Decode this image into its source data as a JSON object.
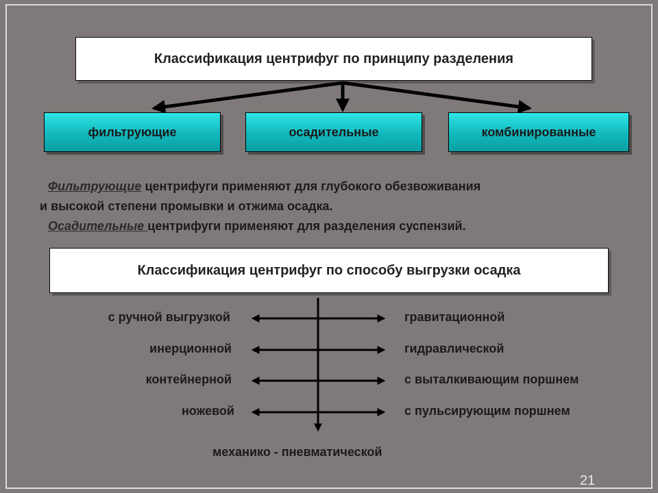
{
  "top_title": "Классификация центрифуг по принципу разделения",
  "types": [
    "фильтрующие",
    "осадительные",
    "комбинированные"
  ],
  "desc": {
    "p1_lead": "Фильтрующие",
    "p1_rest": " центрифуги применяют  для глубокого обезвоживания",
    "p2": "и высокой степени промывки и отжима осадка.",
    "p3_lead": "Осадительные ",
    "p3_rest": "центрифуги применяют для разделения суспензий."
  },
  "second_title": "Классификация центрифуг по способу выгрузки осадка",
  "left_items": [
    "с ручной выгрузкой",
    "инерционной",
    "контейнерной",
    "ножевой"
  ],
  "right_items": [
    "гравитационной",
    "гидравлической",
    "с выталкивающим поршнем",
    "с пульсирующим поршнем"
  ],
  "bottom_item": "механико - пневматической",
  "page_number": "21"
}
